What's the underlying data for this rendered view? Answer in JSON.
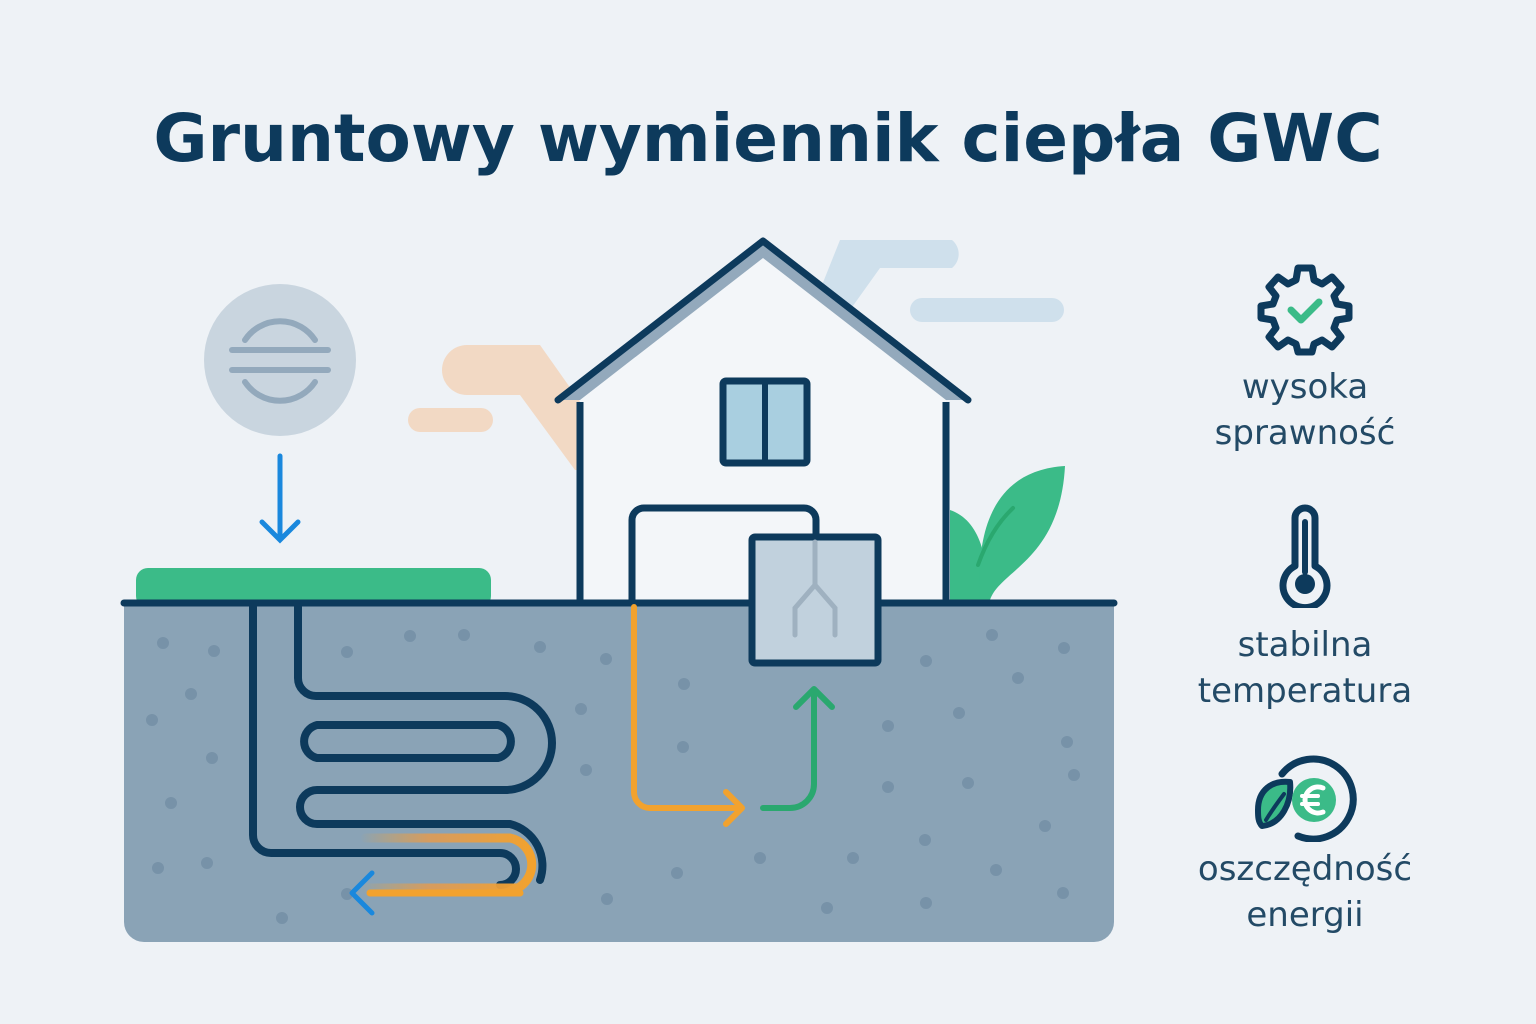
{
  "title": "Gruntowy wymiennik ciepła GWC",
  "colors": {
    "background": "#eef2f6",
    "dark_navy": "#0d3a5c",
    "soil": "#8aa3b6",
    "grass": "#3bbb88",
    "warm_flow": "#f2a22e",
    "cold_flow": "#1a88dd",
    "fresh_flow": "#2aa86f",
    "window": "#a9cfe0",
    "roof_trim": "#93a9bc"
  },
  "diagram": {
    "elements": [
      {
        "name": "air-intake",
        "description": "Czerpnia powietrza z ikoną"
      },
      {
        "name": "ground-pipe-loop",
        "description": "Wężownica w gruncie"
      },
      {
        "name": "house",
        "description": "Dom"
      },
      {
        "name": "recuperator",
        "description": "Rekuperator / centrala wentylacyjna"
      },
      {
        "name": "plant",
        "description": "Liście"
      }
    ],
    "flows": [
      {
        "name": "intake-arrow",
        "direction": "down",
        "color": "cold"
      },
      {
        "name": "warm-return-arrow",
        "direction": "left",
        "color": "warm"
      },
      {
        "name": "heated-arrow",
        "direction": "right",
        "color": "warm"
      },
      {
        "name": "supply-arrow",
        "direction": "up",
        "color": "fresh"
      }
    ]
  },
  "features": [
    {
      "icon": "gear-check-icon",
      "line1": "wysoka",
      "line2": "sprawność"
    },
    {
      "icon": "thermometer-icon",
      "line1": "stabilna",
      "line2": "temperatura"
    },
    {
      "icon": "euro-leaf-icon",
      "line1": "oszczędność",
      "line2": "energii"
    }
  ]
}
